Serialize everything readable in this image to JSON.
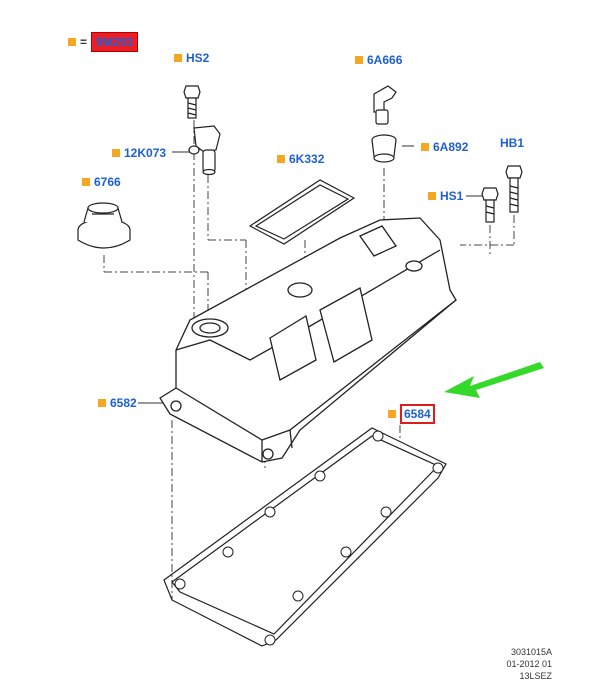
{
  "legend": {
    "equals": "=",
    "part": "9M293"
  },
  "callouts": {
    "hs2": "HS2",
    "k12073": "12K073",
    "c6766": "6766",
    "c6k332": "6K332",
    "c6a666": "6A666",
    "c6a892": "6A892",
    "hb1": "HB1",
    "hs1": "HS1",
    "c6582": "6582",
    "c6584": "6584"
  },
  "stamp": {
    "line1": "3031015A",
    "line2": "01-2012 01",
    "line3": "13LSEZ"
  },
  "colors": {
    "label": "#1f5fd6",
    "marker": "#f5a623",
    "highlight": "#e01b1b",
    "arrow": "#35d92a"
  }
}
